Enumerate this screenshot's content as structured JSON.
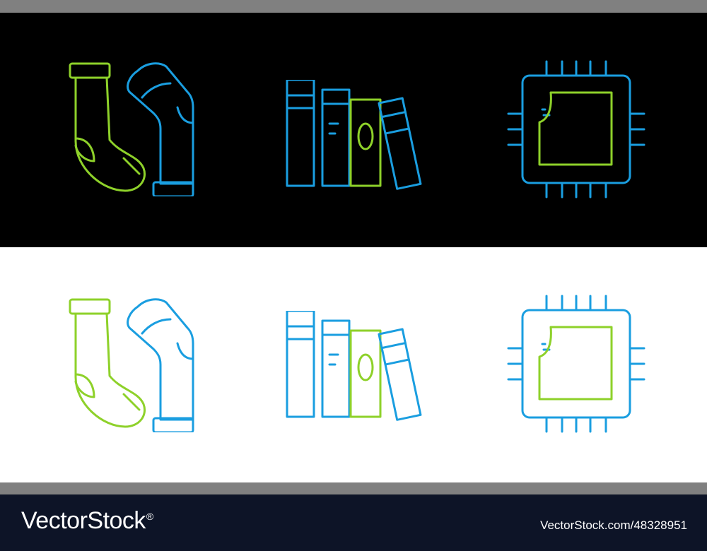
{
  "colors": {
    "green": "#8ed12a",
    "blue": "#1a9ee0",
    "dark_bg": "#000000",
    "light_bg": "#ffffff",
    "footer_bg": "#0d1427",
    "strip": "#808080"
  },
  "panels": [
    {
      "name": "dark",
      "icons": [
        "socks-icon",
        "books-icon",
        "processor-icon"
      ]
    },
    {
      "name": "light",
      "icons": [
        "socks-icon",
        "books-icon",
        "processor-icon"
      ]
    }
  ],
  "footer": {
    "brand": "VectorStock",
    "registered_mark": "®",
    "image_id": "VectorStock.com/48328951"
  }
}
